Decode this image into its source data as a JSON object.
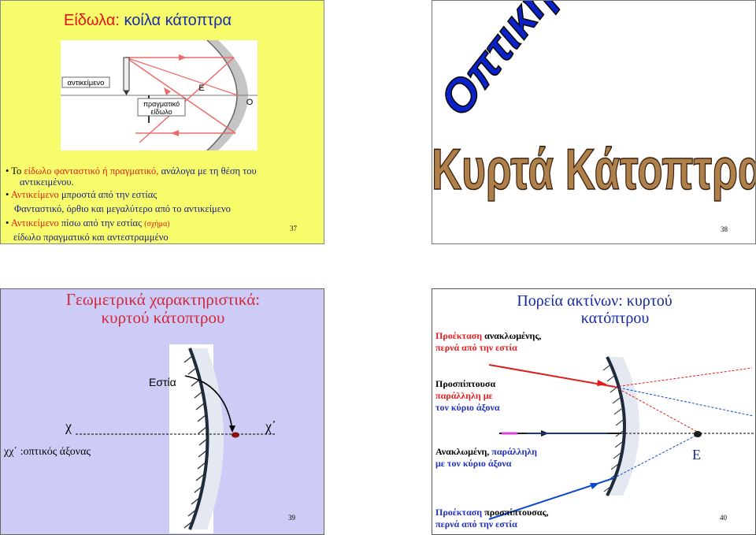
{
  "slide37": {
    "title_part1": "Είδωλα: ",
    "title_part2": "κοίλα κάτοπτρα",
    "fig_label_object": "αντικείμενο",
    "fig_label_real_image_1": "πραγματικό",
    "fig_label_real_image_2": "είδωλο",
    "fig_label_E": "Ε",
    "fig_label_O": "Ο",
    "b1_a": "Το ",
    "b1_b": "είδωλο φανταστικό ή πραγματικό,",
    "b1_c": " ανάλογα με τη θέση του",
    "b1_d": "αντικειμένου.",
    "b2_a": "Αντικείμενο ",
    "b2_b": "μπροστά από την εστίας",
    "b2_c": "Φανταστικό, όρθιο και μεγαλύτερο από το αντικείμενο",
    "b3_a": "Αντικείμενο ",
    "b3_b": "πίσω από την εστίας ",
    "b3_c": "(σχήμα)",
    "b3_d": "είδωλο πραγματικό και αντεστραμμένο",
    "page_number": "37"
  },
  "slide38": {
    "word_art_1": "Οπτική",
    "word_art_2": "Κυρτά Κάτοπτρα",
    "page_number": "38"
  },
  "slide39": {
    "title_line1": "Γεωμετρικά χαρακτηριστικά:",
    "title_line2": "κυρτού κάτοπτρου",
    "focus_label": "Εστία",
    "chi_label": "χ",
    "chi_prime_label": "χ΄",
    "axis_caption": "χχ΄ :οπτικός άξονας",
    "page_number": "39"
  },
  "slide40": {
    "title_line1": "Πορεία ακτίνων: κυρτού",
    "title_line2": "κατόπτρου",
    "l1_a": "Προέκταση ",
    "l1_b": "ανακλωμένης,",
    "l1_c": "περνά από την εστία",
    "l2_a": "Προσπίπτουσα",
    "l2_b": "παράλληλη με",
    "l2_c": "τον κύριο άξονα",
    "l3_a": "Ανακλωμένη, ",
    "l3_b": "παράλληλη",
    "l3_c": "με τον κύριο άξονα",
    "focus_E": "Ε",
    "l4_a": "Προέκταση ",
    "l4_b": "προσπίπτουσας,",
    "l4_c": "περνά από την εστία",
    "page_number": "40"
  },
  "colors": {
    "slide37_bg": "#f7fd6a",
    "slide39_bg": "#ccccf7",
    "title_red": "#e8101a",
    "title_blue": "#1a2da8",
    "word_art_blue": "#0a23c8",
    "word_art_stone": "#b0804a"
  }
}
